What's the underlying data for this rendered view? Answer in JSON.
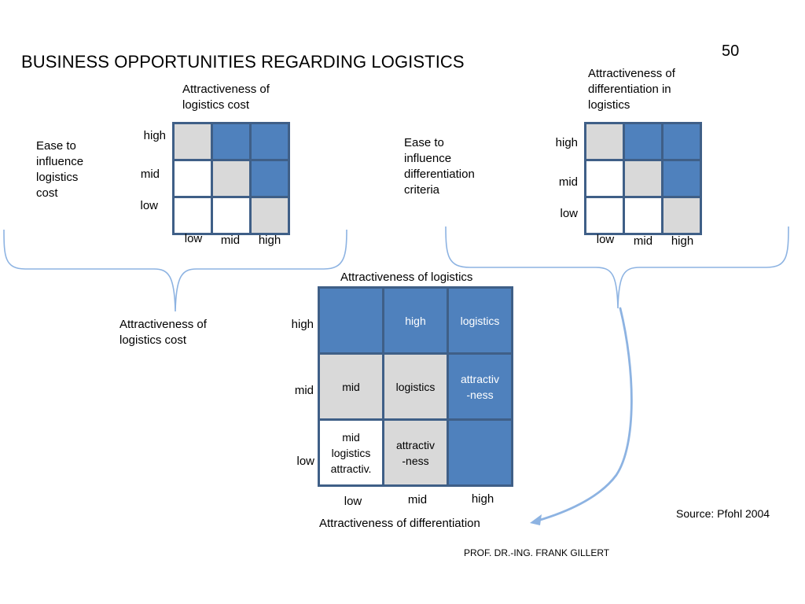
{
  "page_number": "50",
  "title": "BUSINESS OPPORTUNITIES REGARDING LOGISTICS",
  "left_matrix": {
    "column_heading": "Attractiveness of\nlogistics cost",
    "row_heading": "Ease to\ninfluence\nlogistics\ncost",
    "row_labels": [
      "high",
      "mid",
      "low"
    ],
    "col_labels": [
      "low",
      "mid",
      "high"
    ],
    "cells": [
      [
        "grey",
        "blue",
        "blue"
      ],
      [
        "white",
        "grey",
        "blue"
      ],
      [
        "white",
        "white",
        "grey"
      ]
    ]
  },
  "right_matrix": {
    "column_heading": "Attractiveness of\ndifferentiation in\nlogistics",
    "row_heading": "Ease to\ninfluence\ndifferentiation\ncriteria",
    "row_labels": [
      "high",
      "mid",
      "low"
    ],
    "col_labels": [
      "low",
      "mid",
      "high"
    ],
    "cells": [
      [
        "grey",
        "blue",
        "blue"
      ],
      [
        "white",
        "grey",
        "blue"
      ],
      [
        "white",
        "white",
        "grey"
      ]
    ]
  },
  "combined_matrix": {
    "top_heading": "Attractiveness of logistics",
    "left_heading": "Attractiveness of\nlogistics cost",
    "bottom_heading": "Attractiveness of differentiation",
    "row_labels": [
      "high",
      "mid",
      "low"
    ],
    "col_labels": [
      "low",
      "mid",
      "high"
    ],
    "cells": [
      [
        {
          "color": "blue",
          "text": ""
        },
        {
          "color": "blue",
          "text": "high"
        },
        {
          "color": "blue",
          "text": "logistics"
        }
      ],
      [
        {
          "color": "grey",
          "text": "mid"
        },
        {
          "color": "grey",
          "text": "logistics"
        },
        {
          "color": "blue",
          "text": "attractiv\n-ness"
        }
      ],
      [
        {
          "color": "white",
          "text": "mid\nlogistics\nattractiv."
        },
        {
          "color": "grey",
          "text": "attractiv\n-ness"
        },
        {
          "color": "blue",
          "text": ""
        }
      ]
    ]
  },
  "source": "Source: Pfohl 2004",
  "footer": "PROF. DR.-ING. FRANK GILLERT",
  "colors": {
    "blue": "#4f81bd",
    "grey": "#d9d9d9",
    "border": "#3f5f87",
    "arrow": "#8db3e2"
  }
}
